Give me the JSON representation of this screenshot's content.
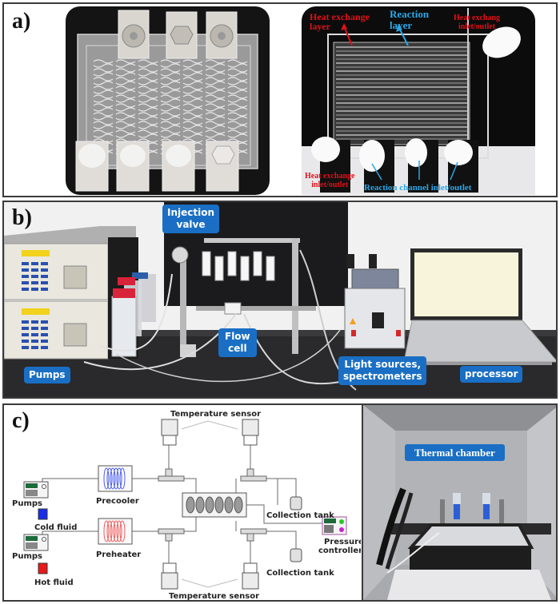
{
  "figure": {
    "panels": [
      {
        "id": "a",
        "label": "a)"
      },
      {
        "id": "b",
        "label": "b)"
      },
      {
        "id": "c",
        "label": "c)"
      }
    ]
  },
  "panel_a": {
    "left_photo": {
      "description": "Microreactor chip with serpentine channels and fittings",
      "top_fittings": 3,
      "bottom_fittings": 4,
      "channel_columns": 7
    },
    "right_photo": {
      "annotations": {
        "heat_exchange_layer": "Heat exchange layer",
        "heat_exchange_layer_l1": "Heat exchange",
        "heat_exchange_layer_l2": "layer",
        "reaction_layer_l1": "Reaction",
        "reaction_layer_l2": "layer",
        "heat_exchange_io_top_l1": "Heat exchang",
        "heat_exchange_io_top_l2": "inlet/outlet",
        "heat_exchange_io_bottom_l1": "Heat exchange",
        "heat_exchange_io_bottom_l2": "inlet/outlet",
        "reaction_channel_io": "Reaction channel inlet/outlet"
      },
      "colors": {
        "red": "#e0101a",
        "blue": "#2aa7e8"
      }
    }
  },
  "panel_b": {
    "callouts": {
      "injection_valve_l1": "Injection",
      "injection_valve_l2": "valve",
      "flow_cell_l1": "Flow",
      "flow_cell_l2": "cell",
      "pumps": "Pumps",
      "light_l1": "Light sources,",
      "light_l2": "spectrometers",
      "processor": "processor"
    },
    "callout_color": "#1a6fc4"
  },
  "panel_c": {
    "diagram": {
      "temp_sensor_top": "Temperature sensor",
      "temp_sensor_bottom": "Temperature sensor",
      "pumps_top": "Pumps",
      "pumps_bottom": "Pumps",
      "cold_fluid": "Cold fluid",
      "hot_fluid": "Hot fluid",
      "precooler": "Precooler",
      "preheater": "Preheater",
      "collection_tank_top": "Collection tank",
      "collection_tank_bottom": "Collection tank",
      "pressure_controller_l1": "Pressure",
      "pressure_controller_l2": "controller",
      "colors": {
        "cold": "#1a2ee8",
        "hot": "#e81a1a",
        "coil_cold": "#4a5cf0",
        "coil_hot": "#f05a5a",
        "pump_display": "#1d6b3a",
        "pressure_green": "#22cc22",
        "pressure_magenta": "#cc22cc"
      }
    },
    "photo": {
      "callout": "Thermal chamber"
    }
  }
}
